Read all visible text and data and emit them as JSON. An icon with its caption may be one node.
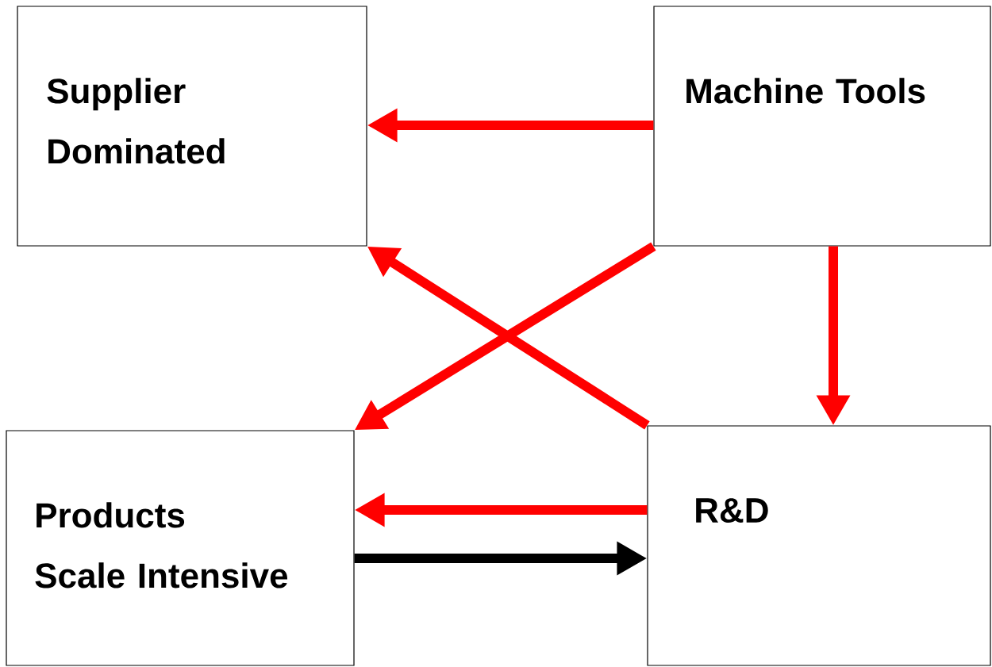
{
  "diagram": {
    "nodes": [
      {
        "text": [
          "Supplier Dominated"
        ]
      },
      {
        "text": [
          "Machine Tools"
        ]
      },
      {
        "text": [
          "Products",
          "Scale Intensive"
        ]
      },
      {
        "text": [
          "R&D"
        ]
      }
    ],
    "edges": [
      {
        "from": 1,
        "to": 0,
        "arrow": "to"
      },
      {
        "from": 3,
        "to": 0,
        "arrow": "to"
      },
      {
        "from": 1,
        "to": 2,
        "arrow": "to"
      },
      {
        "from": 1,
        "to": 3,
        "arrow": "to"
      },
      {
        "from": 3,
        "to": 2,
        "arrow": "to"
      },
      {
        "from": 2,
        "to": 3,
        "arrow": "to",
        "color": "#000000"
      }
    ]
  }
}
